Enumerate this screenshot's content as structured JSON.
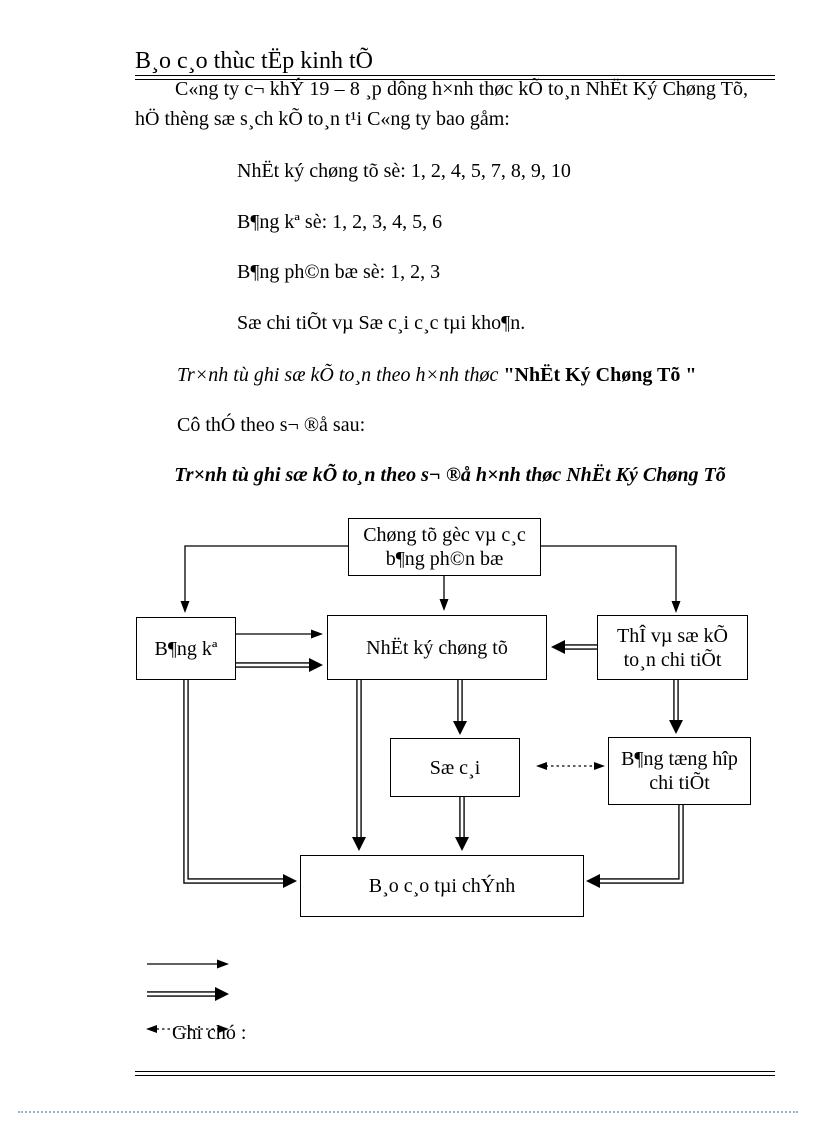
{
  "colors": {
    "ink": "#000000",
    "box_border": "#000000",
    "footer_dotted_line": "#9fb0bf",
    "background": "#ffffff"
  },
  "header": {
    "title": "B¸o c¸o thùc tËp kinh tÕ"
  },
  "body": {
    "paragraph": "C«ng ty c¬ khÝ 19 – 8 ¸p dông h×nh thøc kÕ to¸n NhËt Ký Chøng Tõ, hÖ thèng sæ s¸ch kÕ to¸n t¹i C«ng ty bao gåm:",
    "list": [
      "NhËt ký chøng tõ sè: 1, 2, 4, 5, 7, 8, 9, 10",
      "B¶ng kª sè: 1, 2, 3, 4, 5, 6",
      "B¶ng ph©n bæ sè: 1, 2, 3",
      "Sæ chi tiÕt vµ Sæ c¸i c¸c tµi kho¶n."
    ],
    "process_line": {
      "italic": "Tr×nh tù ghi sæ kÕ to¸n theo h×nh thøc ",
      "bold_quote": "\"NhËt Ký Chøng Tõ \""
    },
    "detail_line": "Cô thÓ theo s¬ ®å sau:",
    "diagram_title": "Tr×nh tù ghi sæ kÕ to¸n theo s¬ ®å h×nh thøc NhËt Ký Chøng Tõ"
  },
  "diagram": {
    "boxes": {
      "chung_tu_goc": {
        "line1": "Chøng tõ gèc vµ c¸c",
        "line2": "b¶ng ph©n bæ"
      },
      "bang_ke": {
        "label": "B¶ng kª"
      },
      "nhat_ky": {
        "label": "NhËt ký chøng tõ"
      },
      "the_va_so_ke_toan": {
        "line1": "ThÎ vµ sæ kÕ",
        "line2": "to¸n chi tiÕt"
      },
      "so_cai": {
        "label": "Sæ c¸i"
      },
      "bang_tong_hop": {
        "line1": "B¶ng tæng hîp",
        "line2": "chi tiÕt"
      },
      "bao_cao": {
        "label": "B¸o c¸o tµi chÝnh"
      }
    },
    "legend": {
      "label": "Ghi chó :"
    }
  }
}
